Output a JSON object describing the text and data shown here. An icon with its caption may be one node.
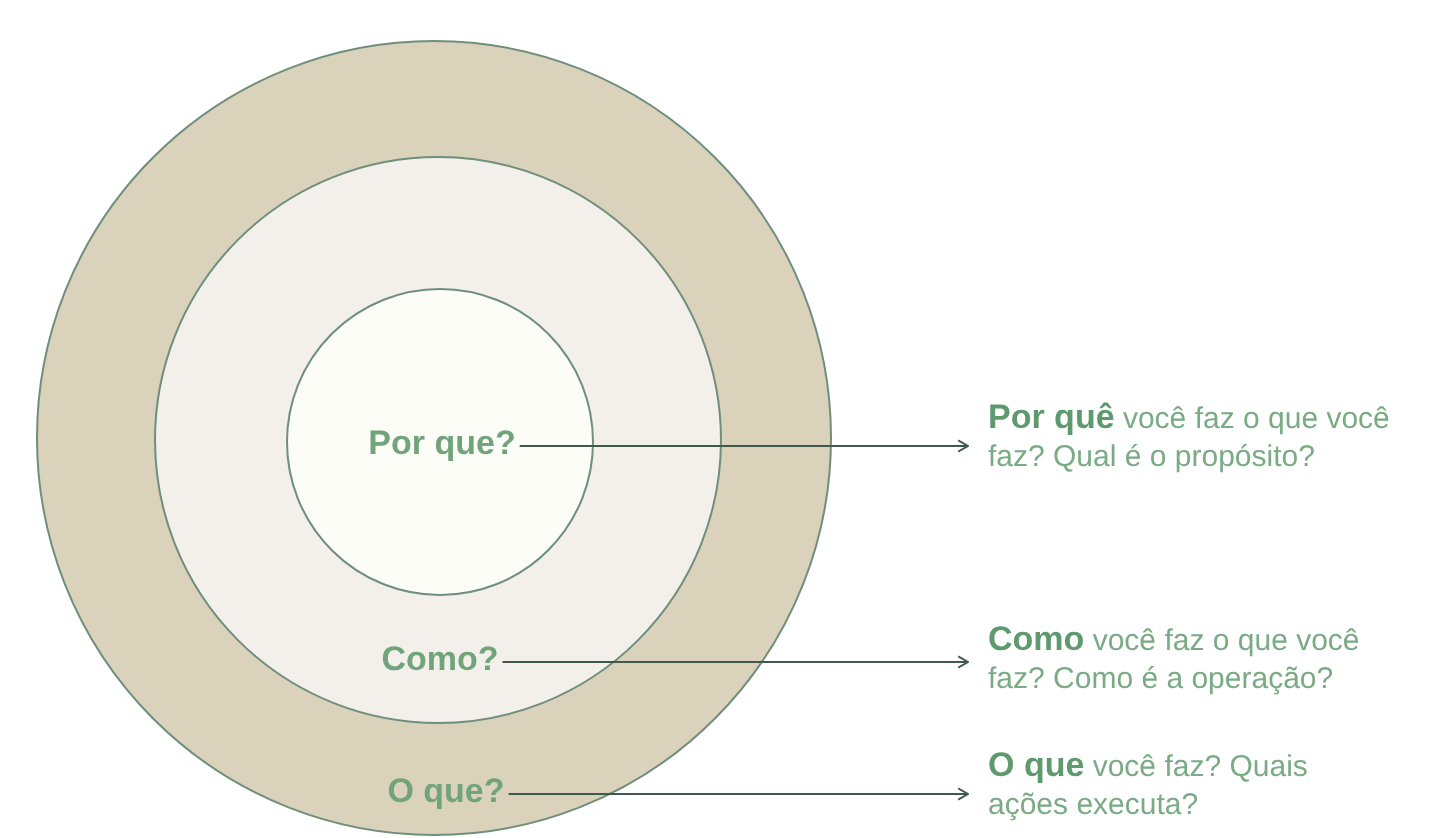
{
  "diagram": {
    "nodes": [
      {
        "text": [
          "O que?"
        ]
      },
      {
        "text": [
          "Como?"
        ],
        "in": 0
      },
      {
        "text": [
          "Por que?"
        ],
        "in": 1
      },
      {
        "text": [
          "**Por quê** você faz o que você faz? Qual é o propósito?"
        ]
      },
      {
        "text": [
          "**Como** você faz o que você faz? Como é a operação?"
        ]
      },
      {
        "text": [
          "**O que** você faz? Quais ações executa?"
        ]
      }
    ],
    "edges": [
      {
        "from": 2,
        "to": 3,
        "arrow": "to"
      },
      {
        "from": 1,
        "to": 4,
        "arrow": "to"
      },
      {
        "from": 0,
        "to": 5,
        "arrow": "to"
      }
    ]
  }
}
